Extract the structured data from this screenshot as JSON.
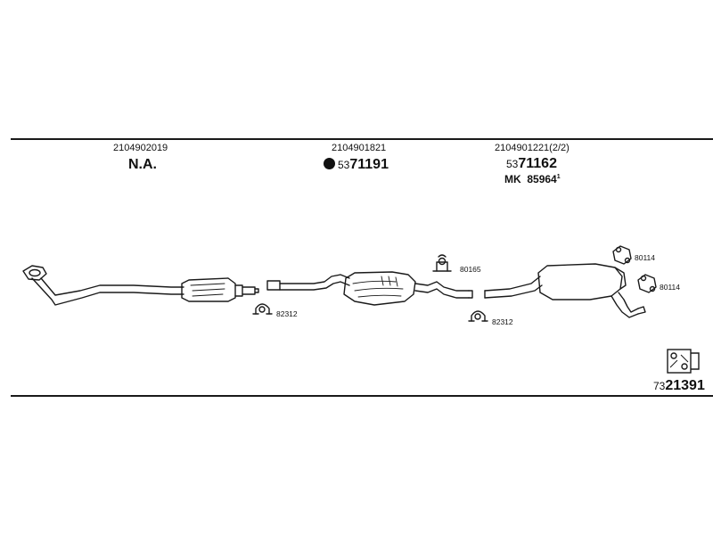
{
  "sections": [
    {
      "part_no": "2104902019",
      "code": "N.A."
    },
    {
      "part_no": "2104901821",
      "code_prefix": "53",
      "code_main": "71191"
    },
    {
      "part_no": "2104901221(2/2)",
      "code_prefix": "53",
      "code_main": "71162",
      "mk_label": "MK",
      "mk_value": "85964",
      "mk_sup": "1"
    }
  ],
  "hardware": {
    "clamp_1": "82312",
    "clamp_2": "82312",
    "hanger_1": "80165",
    "mount_1": "80114",
    "mount_2": "80114"
  },
  "footer": {
    "code_prefix": "73",
    "code_main": "21391"
  }
}
